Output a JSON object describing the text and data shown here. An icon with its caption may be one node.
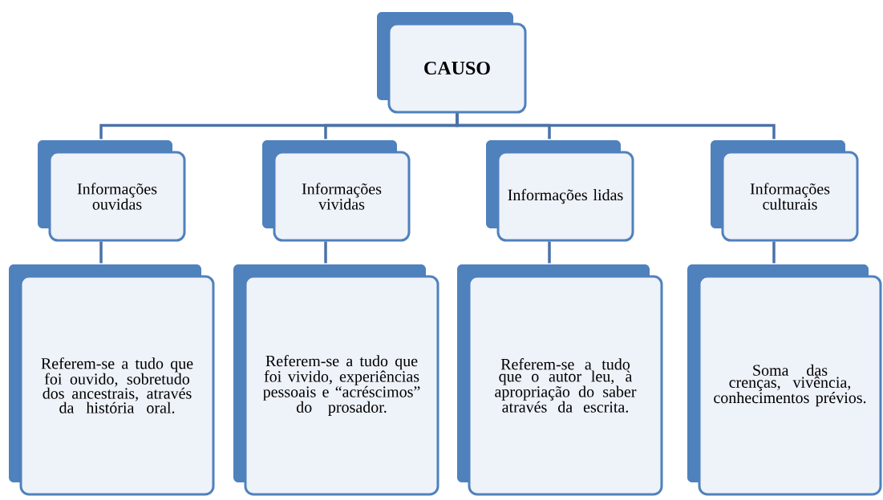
{
  "diagram": {
    "nodes": [
      {
        "text": [
          "CAUSO"
        ]
      },
      {
        "text": [
          "Informações ouvidas"
        ]
      },
      {
        "text": [
          "Informações vividas"
        ]
      },
      {
        "text": [
          "Informações lidas"
        ]
      },
      {
        "text": [
          "Informações culturais"
        ]
      },
      {
        "text": [
          "Referem-se a tudo que foi ouvido, sobretudo dos ancestrais, através da história oral."
        ]
      },
      {
        "text": [
          "Referem-se a tudo que foi vivido, experiências pessoais e “acréscimos” do prosador."
        ]
      },
      {
        "text": [
          "Referem-se a tudo que o autor leu, à apropriação do saber através da escrita."
        ]
      },
      {
        "text": [
          "Soma das crenças, vivência, conhecimentos prévios."
        ]
      }
    ],
    "edges": [
      {
        "from": 0,
        "to": 1,
        "arrow": "none"
      },
      {
        "from": 0,
        "to": 2,
        "arrow": "none"
      },
      {
        "from": 0,
        "to": 3,
        "arrow": "none"
      },
      {
        "from": 0,
        "to": 4,
        "arrow": "none"
      },
      {
        "from": 1,
        "to": 5,
        "arrow": "none"
      },
      {
        "from": 2,
        "to": 6,
        "arrow": "none"
      },
      {
        "from": 3,
        "to": 7,
        "arrow": "none"
      },
      {
        "from": 4,
        "to": 8,
        "arrow": "none"
      }
    ]
  }
}
